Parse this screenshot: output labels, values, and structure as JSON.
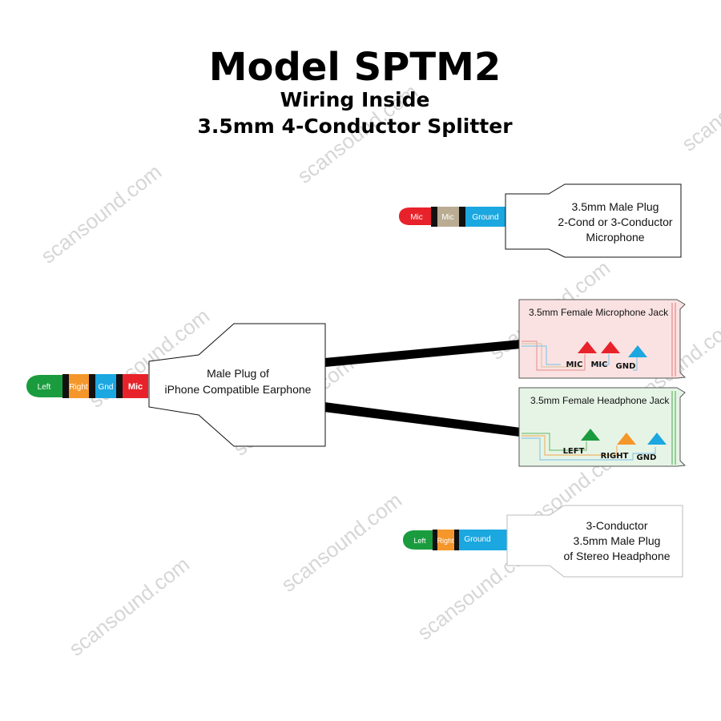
{
  "colors": {
    "green": "#1a9c3e",
    "orange": "#f5962a",
    "blue": "#1ba7e0",
    "red": "#e8222a",
    "tan": "#b9ac92",
    "mic_jack_fill": "#fbe2e2",
    "mic_jack_stroke": "#e89a9a",
    "hp_jack_fill": "#e6f4e6",
    "hp_jack_stroke": "#7cc27c"
  },
  "title": {
    "main": "Model SPTM2",
    "sub1": "Wiring Inside",
    "sub2": "3.5mm 4-Conductor Splitter"
  },
  "mic_plug": {
    "bands": [
      "Mic",
      "Mic",
      "Ground"
    ],
    "label": [
      "3.5mm Male Plug",
      "2-Cond or 3-Conductor",
      "Microphone"
    ]
  },
  "main_plug": {
    "bands": [
      "Left",
      "Right",
      "Gnd",
      "Mic"
    ],
    "label": [
      "Male Plug of",
      "iPhone Compatible Earphone"
    ]
  },
  "mic_jack": {
    "title": "3.5mm Female Microphone Jack",
    "pins": [
      "MIC",
      "MIC",
      "GND"
    ]
  },
  "hp_jack": {
    "title": "3.5mm Female Headphone Jack",
    "pins": [
      "LEFT",
      "RIGHT",
      "GND"
    ]
  },
  "hp_plug": {
    "bands": [
      "Left",
      "Right",
      "Ground"
    ],
    "label": [
      "3-Conductor",
      "3.5mm Male Plug",
      "of Stereo Headphone"
    ]
  },
  "watermark": "scansound.com"
}
